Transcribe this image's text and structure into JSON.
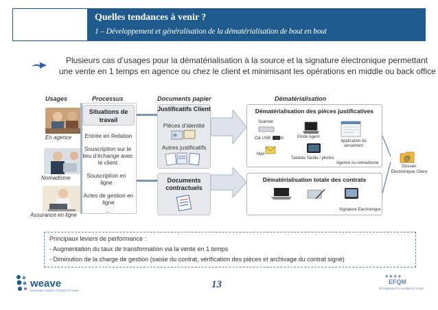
{
  "header": {
    "title": "Quelles tendances à venir ?",
    "subtitle": "1 – Développement et généralisation de la dématérialisation de bout en bout"
  },
  "intro": {
    "line1": "Plusieurs cas d’usages pour la dématérialisation à la source et la signature électronique permettant",
    "line2": "une vente en 1 temps en agence ou chez le client et minimisant les opérations en middle ou back office"
  },
  "columns": {
    "usages": "Usages",
    "processus": "Processus",
    "documents": "Documents papier",
    "demat": "Dématérialisation"
  },
  "usages": [
    {
      "label": "En agence"
    },
    {
      "label": "Nomadisme"
    },
    {
      "label": "Assurance en ligne"
    }
  ],
  "process": {
    "title": "Situations de travail",
    "items": [
      "Entrée en Relation",
      "Souscription sur le lieu d’échange avec le client",
      "Souscription en ligne",
      "Actes de gestion en ligne",
      "…"
    ]
  },
  "documents": {
    "box1_title": "Justificatifs Client",
    "box1_item1": "Pièces d’identité",
    "box1_item2": "Autres justificatifs",
    "box2_title": "Documents contractuels"
  },
  "demat": {
    "box1": {
      "title": "Dématérialisation des pièces justificatives",
      "scanner": "Scanner",
      "cle_usb": "Clé USB",
      "mail": "Mail",
      "poste_agent": "Poste Agent",
      "application": "Application de versement",
      "tablette": "Tablette Tactile / photos",
      "footer": "Agence ou nomadisme"
    },
    "box2": {
      "title": "Dématérialisation totale des contrats",
      "footer": "Signature Electronique"
    },
    "dossier": "Dossier Electronique Client"
  },
  "levers": {
    "title": "Principaux leviers de performance :",
    "items": [
      "-  Augmentation du taux de transformation via la vente en 1 temps",
      "-  Diminution de la charge de gestion (saisie du contrat, vérification des pièces et archivage du contrat signé)"
    ]
  },
  "footer": {
    "page": "13",
    "brand": "weave",
    "brand_tag": "Generate, Inspire, Achieve et Value",
    "partner": "EFQM",
    "partner_tag": "Recognised for excellence 4 star"
  },
  "colors": {
    "header_bg": "#1f5a8c",
    "accent": "#5f86b5",
    "box_fill": "#e7e9ec"
  }
}
